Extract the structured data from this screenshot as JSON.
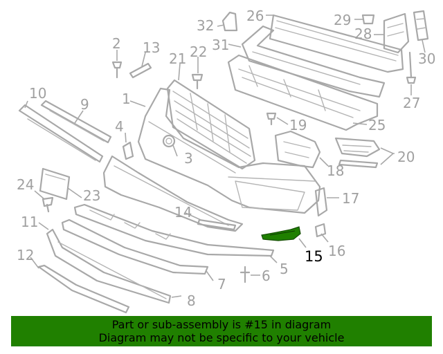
{
  "callouts": [
    "1",
    "2",
    "3",
    "4",
    "5",
    "6",
    "7",
    "8",
    "9",
    "10",
    "11",
    "12",
    "13",
    "14",
    "15",
    "16",
    "17",
    "18",
    "19",
    "20",
    "21",
    "22",
    "23",
    "24",
    "25",
    "26",
    "27",
    "28",
    "29",
    "30",
    "31",
    "32"
  ],
  "highlighted_part": "15",
  "highlight_color": "#1f8000",
  "banner": {
    "line1": "Part or sub-assembly is #15 in diagram",
    "line2": "Diagram may not be specific to your vehicle",
    "background": "#208000"
  }
}
